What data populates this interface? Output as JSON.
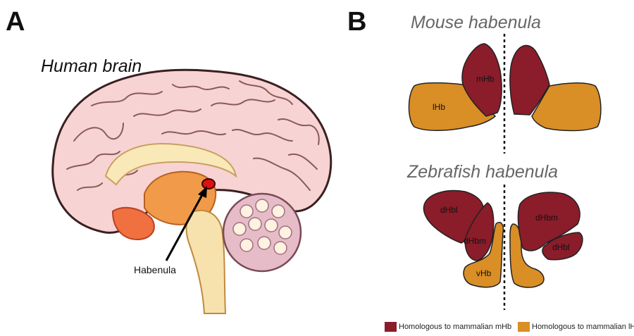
{
  "panel_a": {
    "letter": "A",
    "title": "Human brain",
    "habenula_label": "Habenula"
  },
  "panel_b": {
    "letter": "B",
    "mouse_title": "Mouse habenula",
    "mouse_labels": {
      "medial": "mHb",
      "lateral": "lHb"
    },
    "zebrafish_title": "Zebrafish habenula",
    "zebrafish_labels": {
      "left_dorsal_lateral": "dHbl",
      "left_dorsal_medial": "dHbm",
      "ventral": "vHb",
      "right_dorsal_medial": "dHbm",
      "right_dorsal_lateral": "dHbl"
    }
  },
  "legend": {
    "medial_label": "Homologous to mammalian mHb",
    "lateral_label": "Homologous to mammalian lHb"
  },
  "colors": {
    "medial_homolog": "#8b1c2a",
    "lateral_homolog": "#d98e26",
    "habenula_marker": "#e01010",
    "cortex": "#f7d3d3",
    "cerebellum": "#e5bcc8",
    "brainstem": "#f7e2ad"
  }
}
